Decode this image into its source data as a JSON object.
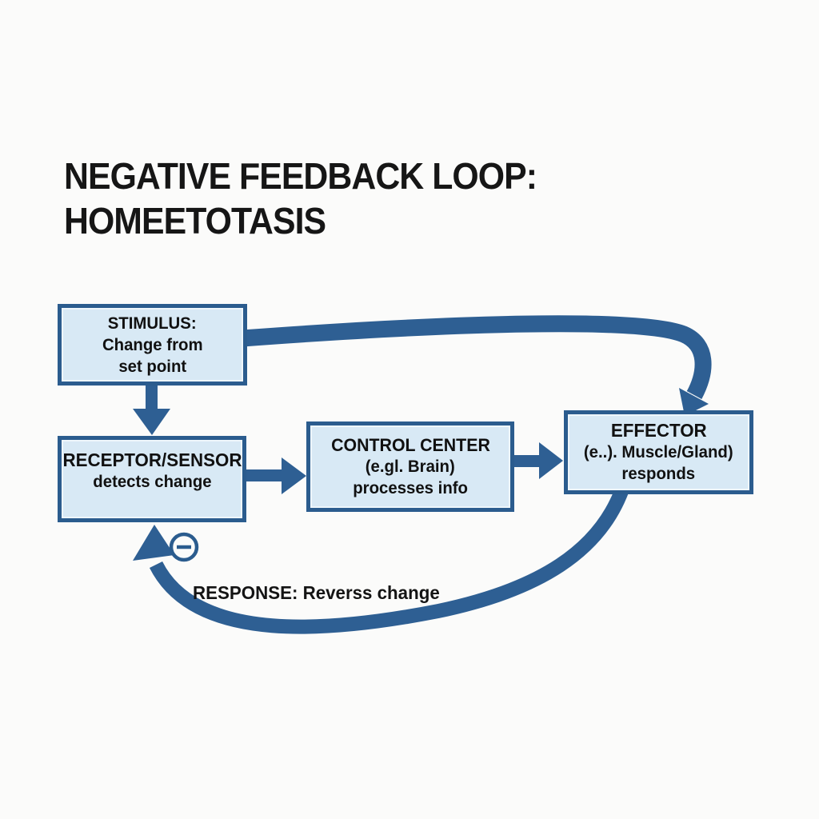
{
  "title": {
    "line1": "NEGATIVE FEEDBACK LOOP:",
    "line2": "HOMEETOTASIS"
  },
  "boxes": {
    "stimulus": {
      "lines": [
        "STIMULUS:",
        "Change from",
        "set point"
      ]
    },
    "receptor": {
      "lines": [
        "RECEPTOR/SENSOR",
        "detects change"
      ]
    },
    "control": {
      "lines": [
        "CONTROL CENTER",
        "(e.gl. Brain)",
        "processes info"
      ]
    },
    "effector": {
      "lines": [
        "EFFECTOR",
        "(e..). Muscle/Gland)",
        "responds"
      ]
    }
  },
  "labels": {
    "response": "RESPONSE: Reverss change",
    "minus_sign": "−"
  },
  "flow": {
    "edges": [
      {
        "from": "stimulus",
        "to": "receptor",
        "style": "straight-down"
      },
      {
        "from": "receptor",
        "to": "control",
        "style": "straight-right"
      },
      {
        "from": "control",
        "to": "effector",
        "style": "straight-right"
      },
      {
        "from": "stimulus",
        "to": "effector",
        "style": "curved-over-top"
      },
      {
        "from": "effector",
        "to": "receptor",
        "style": "curved-under-bottom",
        "label": "RESPONSE: Reverss change",
        "sign": "negative"
      }
    ]
  },
  "colors": {
    "background": "#fbfbfa",
    "box_fill": "#d8e9f5",
    "box_border": "#2b5c8e",
    "arrow": "#2e5f93",
    "text": "#141414"
  }
}
